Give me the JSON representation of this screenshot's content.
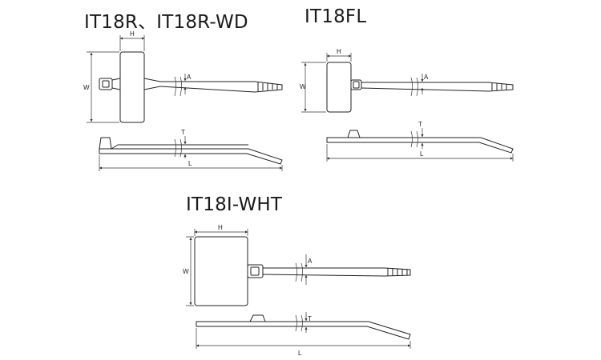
{
  "titles": {
    "it18r": "IT18R、IT18R-WD",
    "it18fl": "IT18FL",
    "it18i": "IT18I-WHT"
  },
  "dims": {
    "h": "H",
    "w": "W",
    "a": "A",
    "t": "T",
    "l": "L"
  },
  "colors": {
    "line": "#222222",
    "background": "#ffffff"
  }
}
